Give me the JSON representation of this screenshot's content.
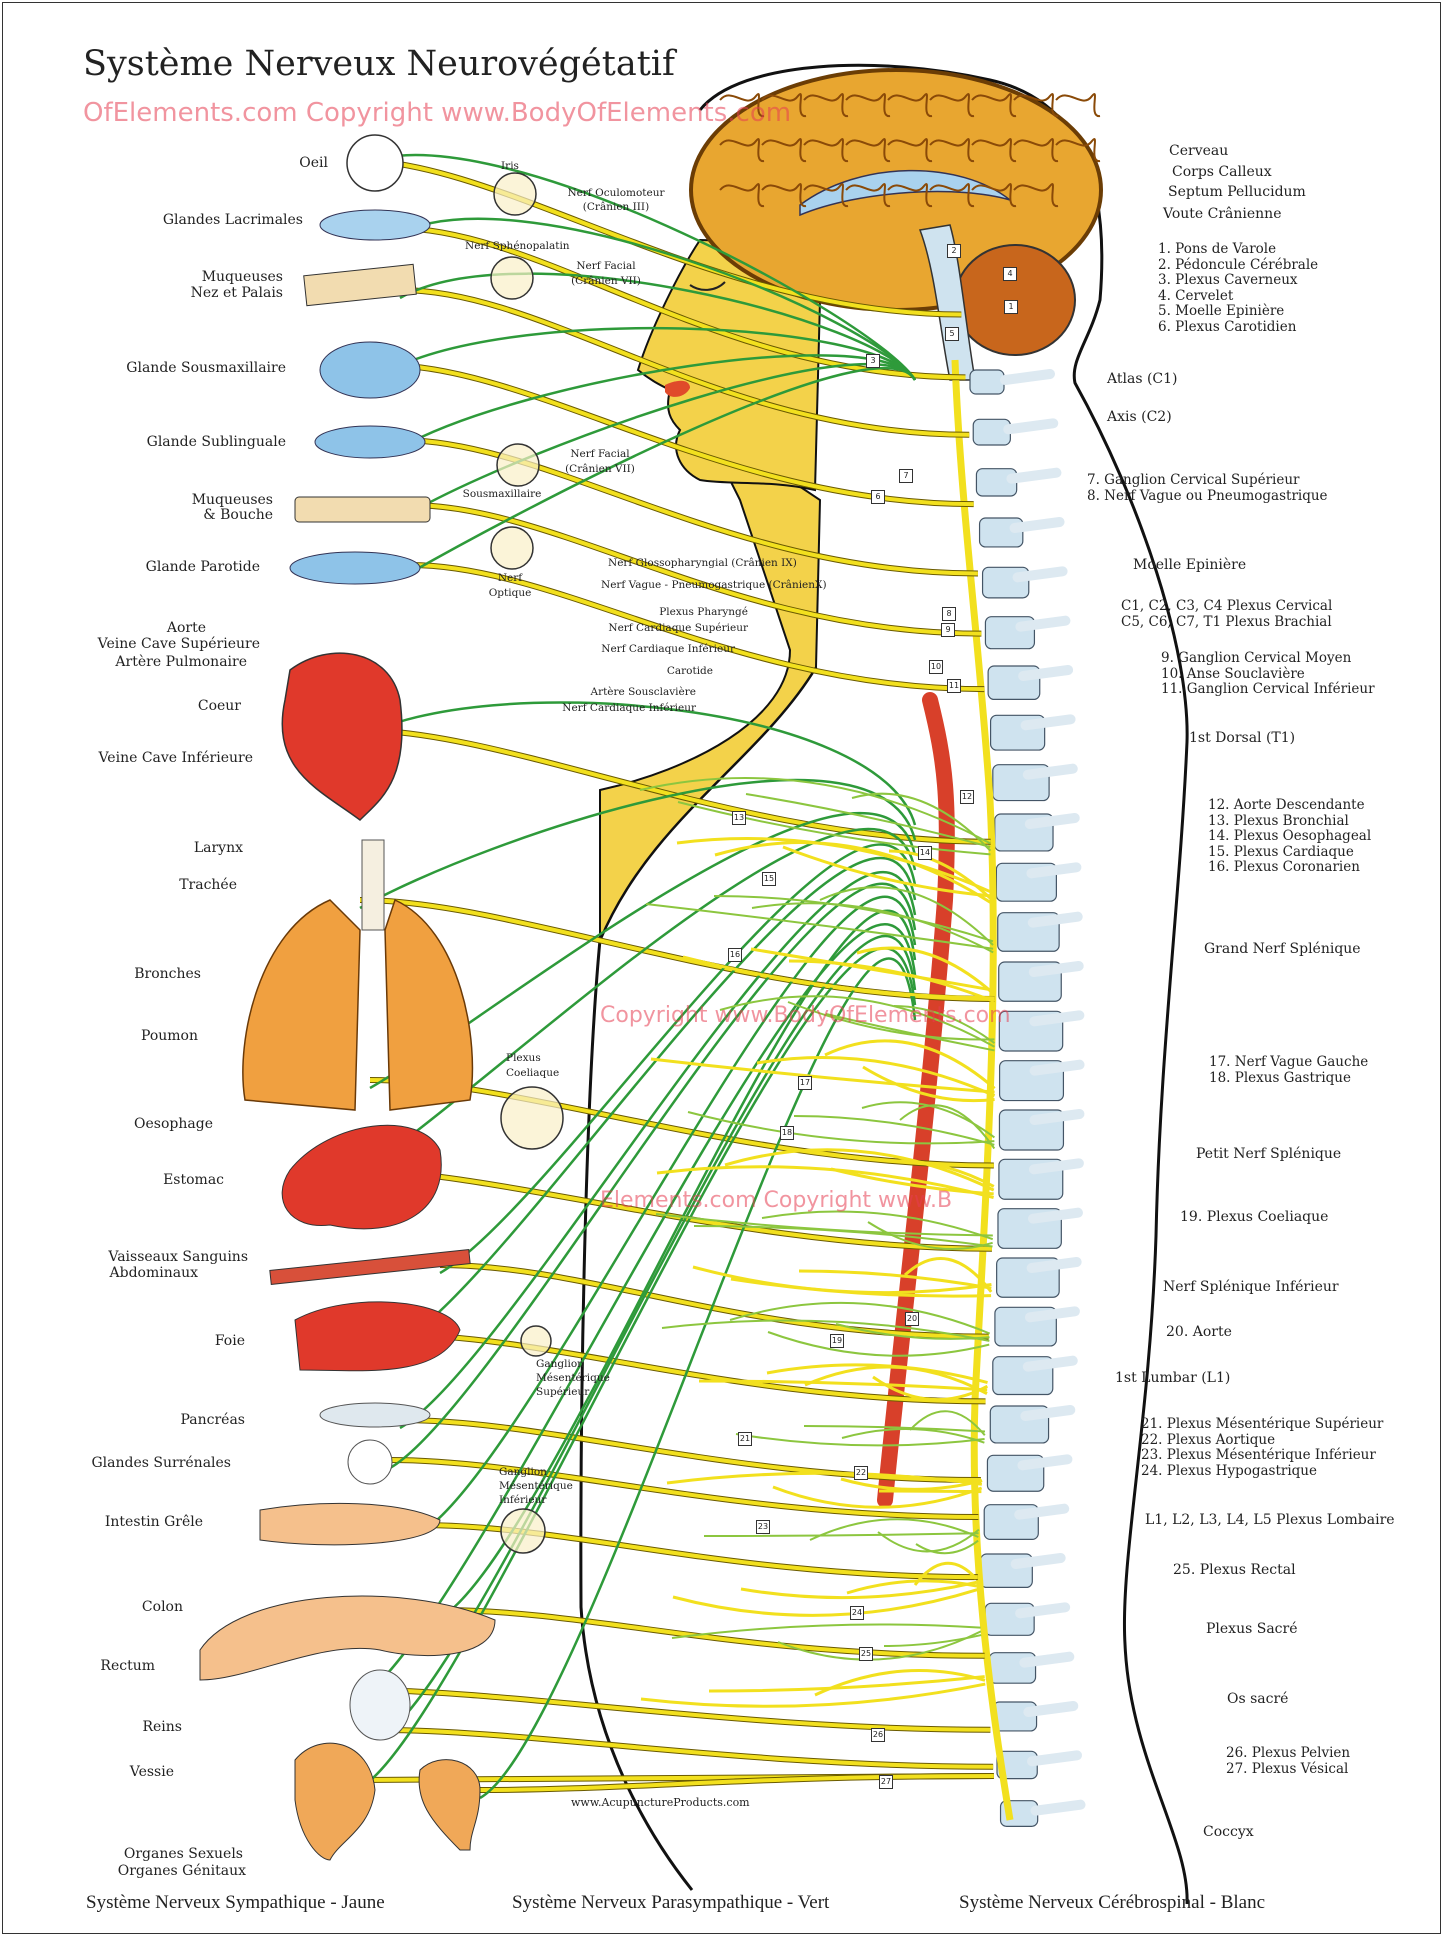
{
  "title": "Système Nerveux Neurovégétatif",
  "left_labels": {
    "oeil": "Oeil",
    "glandes_lacrimales": "Glandes Lacrimales",
    "muqueuses_nez_1": "Muqueuses",
    "muqueuses_nez_2": "Nez et Palais",
    "glande_sousmaxillaire": "Glande Sousmaxillaire",
    "glande_sublinguale": "Glande Sublinguale",
    "muqueuses_bouche_1": "Muqueuses",
    "muqueuses_bouche_2": "& Bouche",
    "glande_parotide": "Glande Parotide",
    "aorte": "Aorte",
    "veine_cave_sup": "Veine Cave Supérieure",
    "artere_pulmonaire": "Artère Pulmonaire",
    "coeur": "Coeur",
    "veine_cave_inf": "Veine Cave Inférieure",
    "larynx": "Larynx",
    "trachee": "Trachée",
    "bronches": "Bronches",
    "poumon": "Poumon",
    "oesophage": "Oesophage",
    "estomac": "Estomac",
    "vaisseaux_1": "Vaisseaux Sanguins",
    "vaisseaux_2": "Abdominaux",
    "foie": "Foie",
    "pancreas": "Pancréas",
    "glandes_surrenales": "Glandes Surrénales",
    "intestin_grele": "Intestin Grêle",
    "colon": "Colon",
    "rectum": "Rectum",
    "reins": "Reins",
    "vessie": "Vessie",
    "organes_sexuels": "Organes Sexuels",
    "organes_genitaux": "Organes Génitaux"
  },
  "center_labels": {
    "iris": "Iris",
    "nerf_oculomoteur_1": "Nerf Oculomoteur",
    "nerf_oculomoteur_2": "(Crânien III)",
    "nerf_sphenopalatin": "Nerf Sphénopalatin",
    "nerf_facial_1": "Nerf Facial",
    "nerf_facial_2": "(Crânien VII)",
    "nerf_facial_b1": "Nerf Facial",
    "nerf_facial_b2": "(Crânien VII)",
    "sousmaxillaire": "Sousmaxillaire",
    "nerf_optique_1": "Nerf",
    "nerf_optique_2": "Optique",
    "glossopharyngial": "Nerf Glossopharyngial (Crânien IX)",
    "vague": "Nerf Vague - Pneumogastrique (CrânienX)",
    "plexus_pharynge": "Plexus Pharyngé",
    "cardiaque_sup": "Nerf Cardiaque Supérieur",
    "cardiaque_inf": "Nerf Cardiaque Inférieur",
    "carotide": "Carotide",
    "artere_sousclaviere": "Artère Sousclavière",
    "cardiaque_inf_2": "Nerf Cardiaque Inférieur",
    "plexus_coeliaque_1": "Plexus",
    "plexus_coeliaque_2": "Coeliaque",
    "gms_1": "Ganglion",
    "gms_2": "Mésentérique",
    "gms_3": "Supérieur",
    "gmi_1": "Ganglion",
    "gmi_2": "Mésentérique",
    "gmi_3": "Inférieur",
    "website": "www.AcupunctureProducts.com"
  },
  "right_labels": {
    "cerveau": "Cerveau",
    "corps_calleux": "Corps Calleux",
    "septum": "Septum Pellucidum",
    "voute": "Voute Crânienne",
    "list_1_6": [
      "1. Pons de Varole",
      "2. Pédoncule Cérébrale",
      "3. Plexus Caverneux",
      "4. Cervelet",
      "5. Moelle Epinière",
      "6. Plexus Carotidien"
    ],
    "atlas": "Atlas (C1)",
    "axis": "Axis (C2)",
    "list_7_8": [
      "7. Ganglion Cervical Supérieur",
      "8. Nerf Vague ou Pneumogastrique"
    ],
    "moelle": "Moelle Epinière",
    "plexus_cervical": [
      "C1, C2, C3, C4 Plexus Cervical",
      "C5, C6, C7, T1 Plexus Brachial"
    ],
    "list_9_11": [
      "9. Ganglion Cervical Moyen",
      "10. Anse Souclavière",
      "11. Ganglion Cervical Inférieur"
    ],
    "dorsal": "1st Dorsal (T1)",
    "list_12_16": [
      "12. Aorte Descendante",
      "13. Plexus Bronchial",
      "14. Plexus Oesophageal",
      "15. Plexus Cardiaque",
      "16. Plexus Coronarien"
    ],
    "grand_splenique": "Grand Nerf Splénique",
    "list_17_18": [
      "17. Nerf Vague Gauche",
      "18. Plexus Gastrique"
    ],
    "petit_splenique": "Petit Nerf Splénique",
    "item_19": "19. Plexus Coeliaque",
    "splenique_inf": "Nerf Splénique Inférieur",
    "item_20": "20. Aorte",
    "lumbar": "1st Lumbar (L1)",
    "list_21_24": [
      "21. Plexus Mésentérique Supérieur",
      "22. Plexus Aortique",
      "23. Plexus Mésentérique Inférieur",
      "24. Plexus Hypogastrique"
    ],
    "lombaire": "L1, L2, L3, L4, L5 Plexus Lombaire",
    "item_25": "25. Plexus Rectal",
    "plexus_sacre": "Plexus Sacré",
    "os_sacre": "Os sacré",
    "list_26_27": [
      "26. Plexus Pelvien",
      "27. Plexus Vésical"
    ],
    "coccyx": "Coccyx"
  },
  "markers": [
    "1",
    "2",
    "3",
    "4",
    "5",
    "6",
    "7",
    "8",
    "9",
    "10",
    "11",
    "12",
    "13",
    "14",
    "15",
    "16",
    "17",
    "18",
    "19",
    "20",
    "21",
    "22",
    "23",
    "24",
    "25",
    "26",
    "27"
  ],
  "footer": {
    "sympathique": "Système Nerveux Sympathique - Jaune",
    "parasympathique": "Système Nerveux Parasympathique - Vert",
    "cerebrospinal": "Système Nerveux Cérébrospinal - Blanc"
  },
  "watermark": [
    "OfElements.com Copyright www.BodyOfElements.com",
    "Copyright www.BodyOfElements.com",
    "Elements.com Copyright www.B"
  ],
  "colors": {
    "sympathetic": "#f2e01e",
    "parasympathetic": "#2e9a3a",
    "cerebrospinal": "#cfe3ef",
    "brain": "#e8a630",
    "skin": "#f3d24a",
    "organ_red": "#e0392b"
  }
}
